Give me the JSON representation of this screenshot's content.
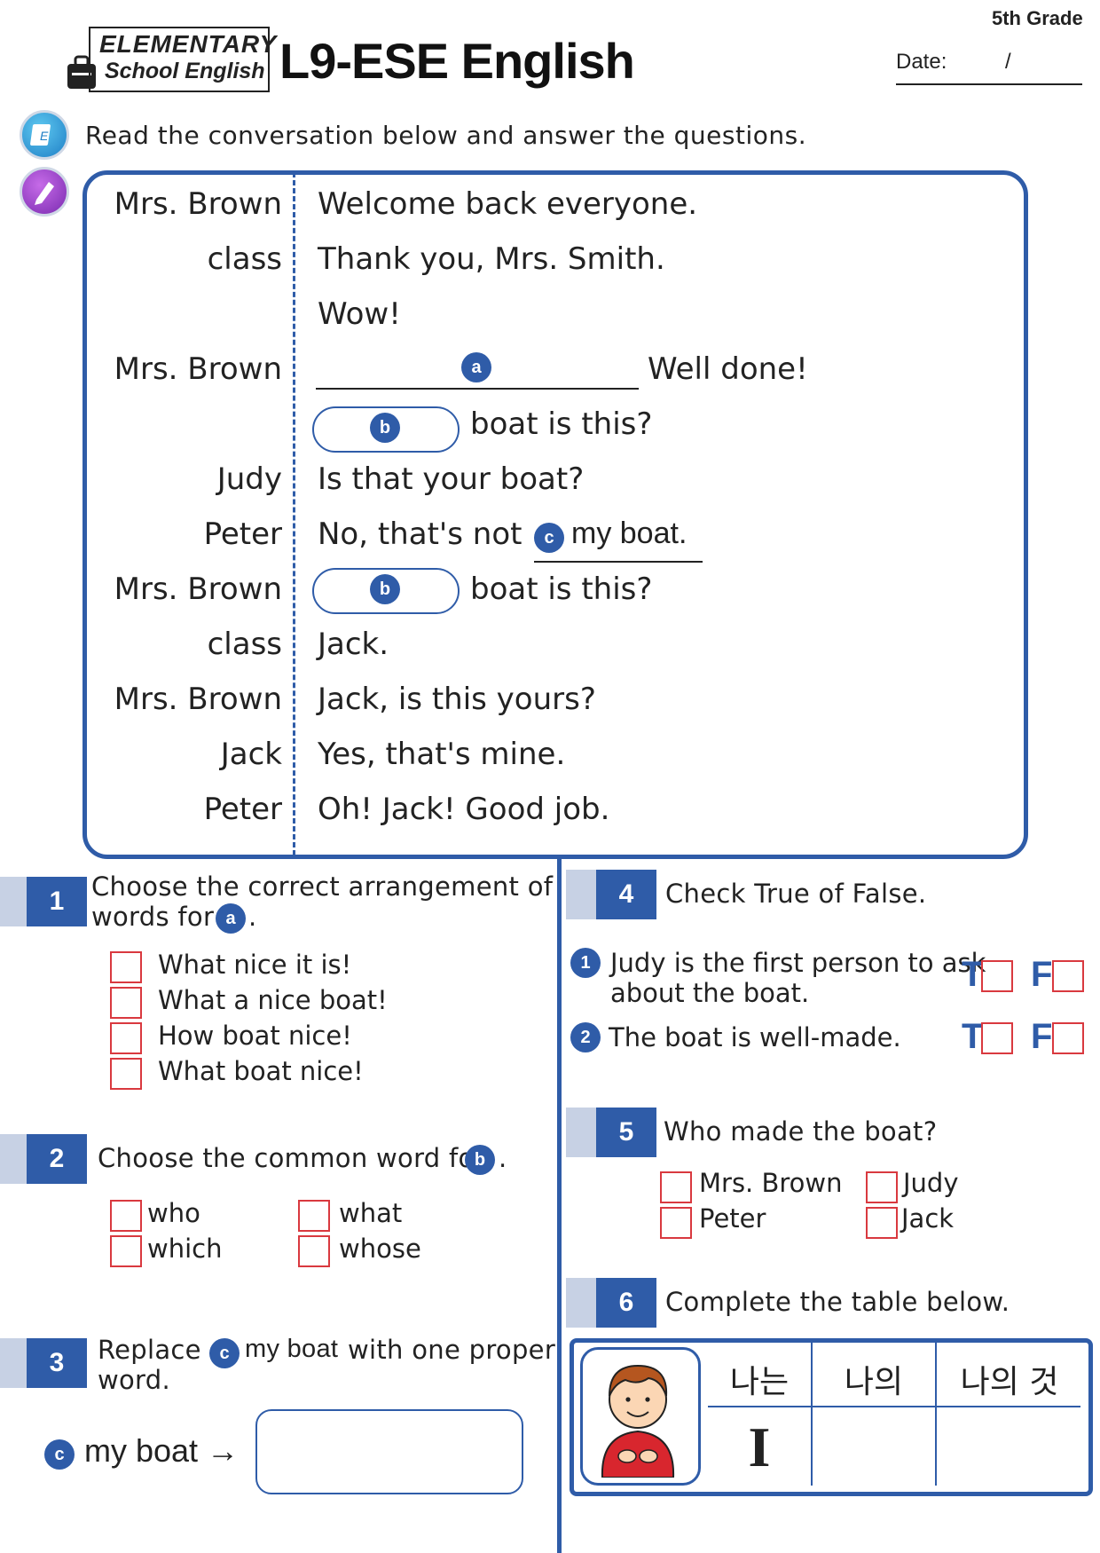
{
  "header": {
    "logo_line1": "ELEMENTARY",
    "logo_line2": "School English",
    "title": "L9-ESE English",
    "grade": "5th Grade",
    "date_label": "Date:",
    "date_slash": "/"
  },
  "instruction": "Read the conversation below and answer the questions.",
  "conversation": [
    {
      "speaker": "Mrs. Brown",
      "text": "Welcome back everyone."
    },
    {
      "speaker": "class",
      "text": "Thank you, Mrs. Smith."
    },
    {
      "speaker": "",
      "text": "Wow!"
    },
    {
      "speaker": "Mrs. Brown",
      "text": "Well done!",
      "marker": "a"
    },
    {
      "speaker": "",
      "text": "boat is this?",
      "marker": "b"
    },
    {
      "speaker": "Judy",
      "text": "Is that your boat?"
    },
    {
      "speaker": "Peter",
      "text": "No, that's not",
      "marker": "c",
      "marker_text": "my boat."
    },
    {
      "speaker": "Mrs. Brown",
      "text": "boat is this?",
      "marker": "b"
    },
    {
      "speaker": "class",
      "text": "Jack."
    },
    {
      "speaker": "Mrs. Brown",
      "text": "Jack, is this yours?"
    },
    {
      "speaker": "Jack",
      "text": "Yes, that's mine."
    },
    {
      "speaker": "Peter",
      "text": "Oh! Jack! Good job."
    }
  ],
  "q1": {
    "num": "1",
    "text_line1": "Choose the correct arrangement of",
    "text_line2": "words for",
    "marker": "a",
    "options": [
      "What nice it is!",
      "What a nice boat!",
      "How boat nice!",
      "What boat nice!"
    ]
  },
  "q2": {
    "num": "2",
    "text": "Choose the common word for",
    "marker": "b",
    "options": [
      "who",
      "what",
      "which",
      "whose"
    ]
  },
  "q3": {
    "num": "3",
    "text_pre": "Replace",
    "marker": "c",
    "marker_text": "my boat",
    "text_post": "with one proper",
    "text_line2": "word.",
    "answer_prefix": "my boat →"
  },
  "q4": {
    "num": "4",
    "text": "Check True of False.",
    "items": [
      {
        "num": "1",
        "line1": "Judy is the first person to ask",
        "line2": "about the boat."
      },
      {
        "num": "2",
        "line1": "The boat is well-made.",
        "line2": ""
      }
    ],
    "true_label": "T",
    "false_label": "F"
  },
  "q5": {
    "num": "5",
    "text": "Who made the boat?",
    "options": [
      "Mrs. Brown",
      "Judy",
      "Peter",
      "Jack"
    ]
  },
  "q6": {
    "num": "6",
    "text": "Complete the table below.",
    "headers": [
      "나는",
      "나의",
      "나의 것"
    ],
    "row": [
      "I",
      "",
      ""
    ]
  },
  "colors": {
    "accent": "#2f5ca8",
    "checkbox": "#d9393f",
    "tab": "#c7d1e4"
  }
}
